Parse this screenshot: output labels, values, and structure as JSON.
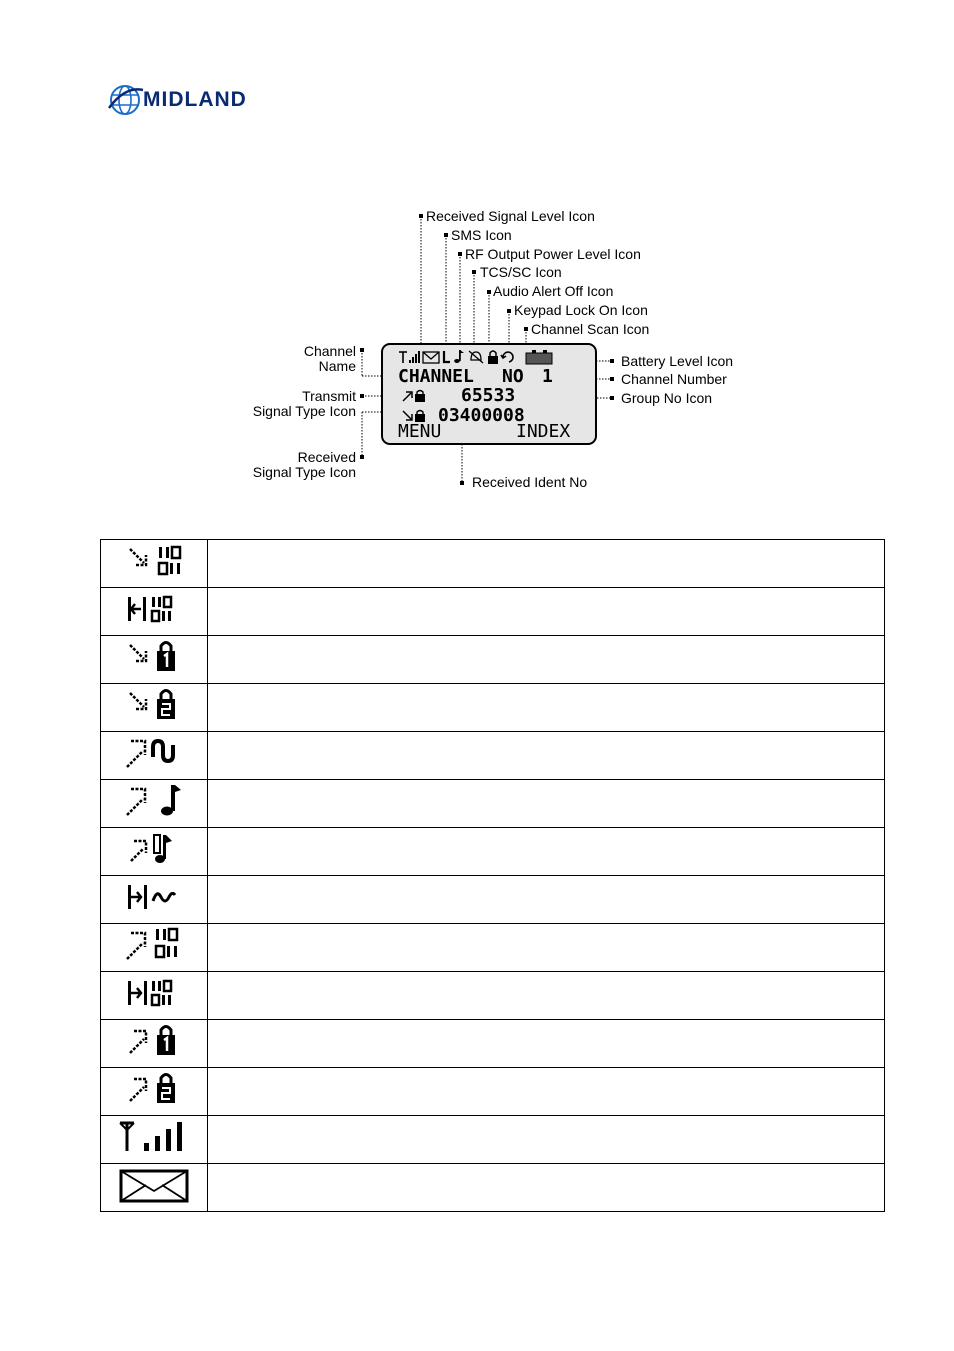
{
  "header": {
    "logo_text": "MIDLAND"
  },
  "diagram": {
    "callouts": {
      "received_signal_level": "Received Signal Level Icon",
      "sms": "SMS Icon",
      "rf_output": "RF Output Power Level Icon",
      "tcs_sc": "TCS/SC Icon",
      "audio_alert_off": "Audio Alert Off Icon",
      "keypad_lock": "Keypad Lock On Icon",
      "channel_scan": "Channel Scan Icon",
      "battery_level": "Battery Level Icon",
      "channel_number": "Channel Number",
      "group_no": "Group No Icon",
      "received_ident_no": "Received Ident No",
      "channel_name_1": "Channel",
      "channel_name_2": "Name",
      "transmit_type_1": "Transmit",
      "transmit_type_2": "Signal Type Icon",
      "received_type_1": "Received",
      "received_type_2": "Signal Type Icon"
    },
    "lcd": {
      "channel_label": "CHANNEL",
      "no_label": "NO",
      "channel_number": "1",
      "group_no": "65533",
      "ident_no": "03400008",
      "menu": "MENU",
      "index": "INDEX"
    }
  },
  "icon_table": {
    "rows": [
      {
        "icon": "receive-dtmf-icon",
        "description": ""
      },
      {
        "icon": "receive-ctcss-dtmf-icon",
        "description": ""
      },
      {
        "icon": "receive-lock-1-icon",
        "description": ""
      },
      {
        "icon": "receive-lock-2-icon",
        "description": ""
      },
      {
        "icon": "transmit-wave-icon",
        "description": ""
      },
      {
        "icon": "transmit-note-icon",
        "description": ""
      },
      {
        "icon": "transmit-bell-icon",
        "description": ""
      },
      {
        "icon": "ctcss-wave-icon",
        "description": ""
      },
      {
        "icon": "transmit-dtmf-icon",
        "description": ""
      },
      {
        "icon": "ctcss-dtmf-icon",
        "description": ""
      },
      {
        "icon": "transmit-lock-1-icon",
        "description": ""
      },
      {
        "icon": "transmit-lock-2-icon",
        "description": ""
      },
      {
        "icon": "signal-level-icon",
        "description": ""
      },
      {
        "icon": "sms-envelope-icon",
        "description": ""
      }
    ]
  }
}
